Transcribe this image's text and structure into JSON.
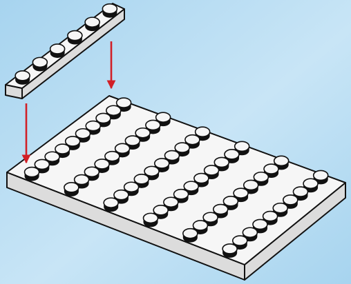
{
  "diagram": {
    "type": "assembly-instruction",
    "background_color": "#a7d4ef",
    "background_color_light": "#c8e5f6",
    "brick_face_color": "#f6f6f6",
    "brick_side_color": "#dcdcdc",
    "outline_color": "#111111",
    "arrow_color": "#d11f26",
    "baseplate": {
      "name": "baseplate",
      "rows": 6,
      "columns": 10
    },
    "plate": {
      "name": "plate",
      "rows": 1,
      "columns": 6
    },
    "arrows": [
      {
        "name": "arrow-left",
        "from": "plate-stud-1",
        "to": "baseplate-stud-1"
      },
      {
        "name": "arrow-right",
        "from": "plate-stud-6",
        "to": "baseplate-stud-6"
      }
    ]
  }
}
